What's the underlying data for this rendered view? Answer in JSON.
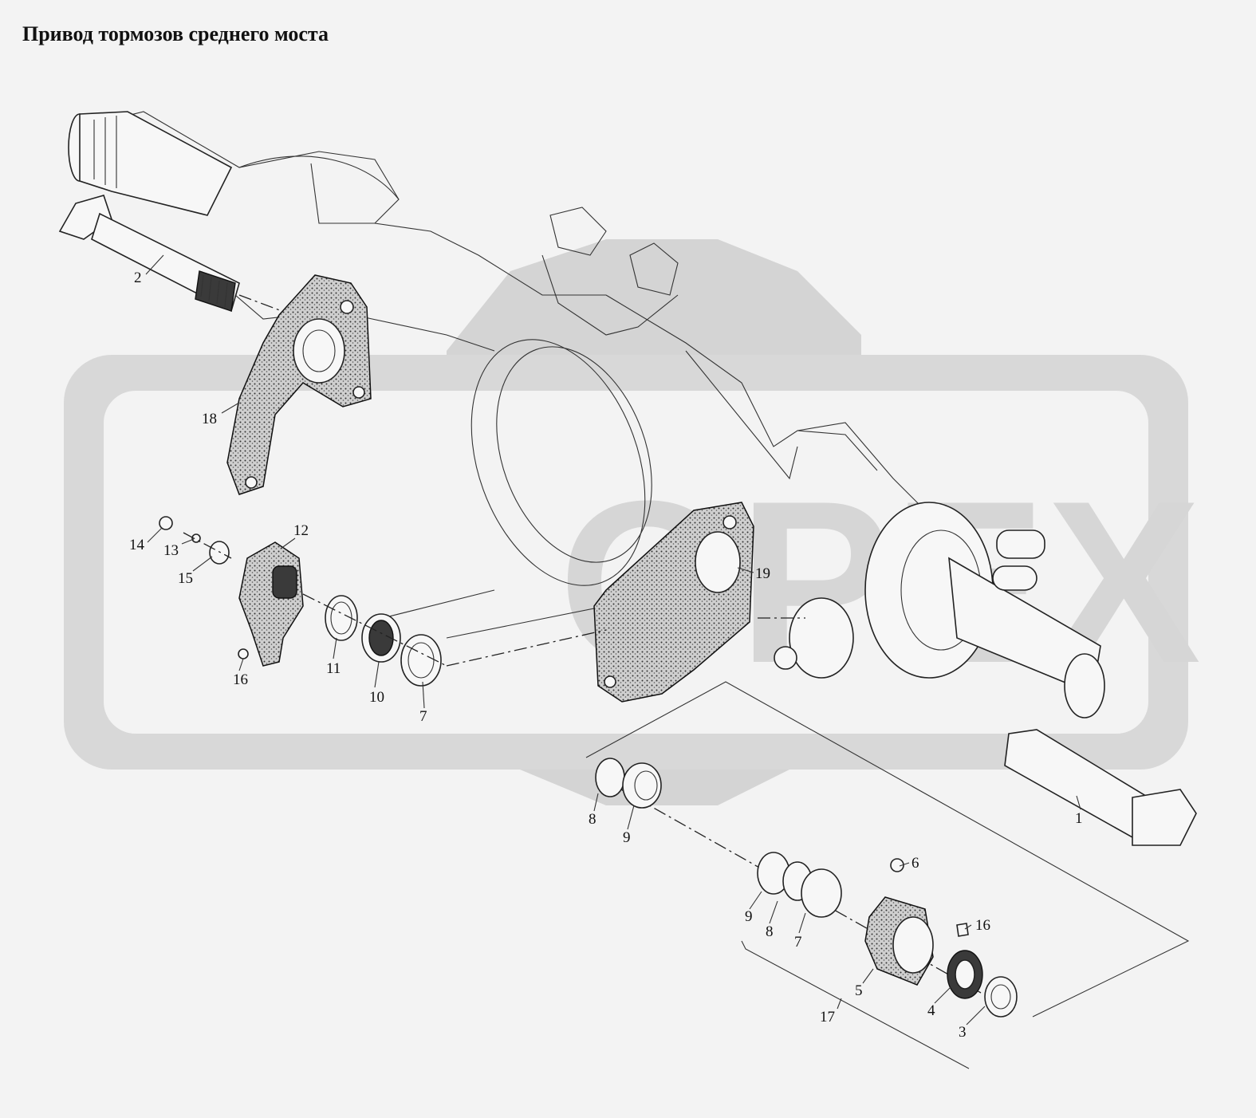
{
  "title": "Привод тормозов среднего моста",
  "watermark": {
    "text": "OPEX",
    "color": "#d2d2d2"
  },
  "callouts": [
    {
      "id": "c1",
      "text": "1"
    },
    {
      "id": "c2",
      "text": "2"
    },
    {
      "id": "c3",
      "text": "3"
    },
    {
      "id": "c4",
      "text": "4"
    },
    {
      "id": "c5",
      "text": "5"
    },
    {
      "id": "c6",
      "text": "6"
    },
    {
      "id": "c7a",
      "text": "7"
    },
    {
      "id": "c7b",
      "text": "7"
    },
    {
      "id": "c8a",
      "text": "8"
    },
    {
      "id": "c8b",
      "text": "8"
    },
    {
      "id": "c9a",
      "text": "9"
    },
    {
      "id": "c9b",
      "text": "9"
    },
    {
      "id": "c10",
      "text": "10"
    },
    {
      "id": "c11",
      "text": "11"
    },
    {
      "id": "c12",
      "text": "12"
    },
    {
      "id": "c13",
      "text": "13"
    },
    {
      "id": "c14",
      "text": "14"
    },
    {
      "id": "c15",
      "text": "15"
    },
    {
      "id": "c16a",
      "text": "16"
    },
    {
      "id": "c16b",
      "text": "16"
    },
    {
      "id": "c17",
      "text": "17"
    },
    {
      "id": "c18",
      "text": "18"
    },
    {
      "id": "c19",
      "text": "19"
    }
  ]
}
